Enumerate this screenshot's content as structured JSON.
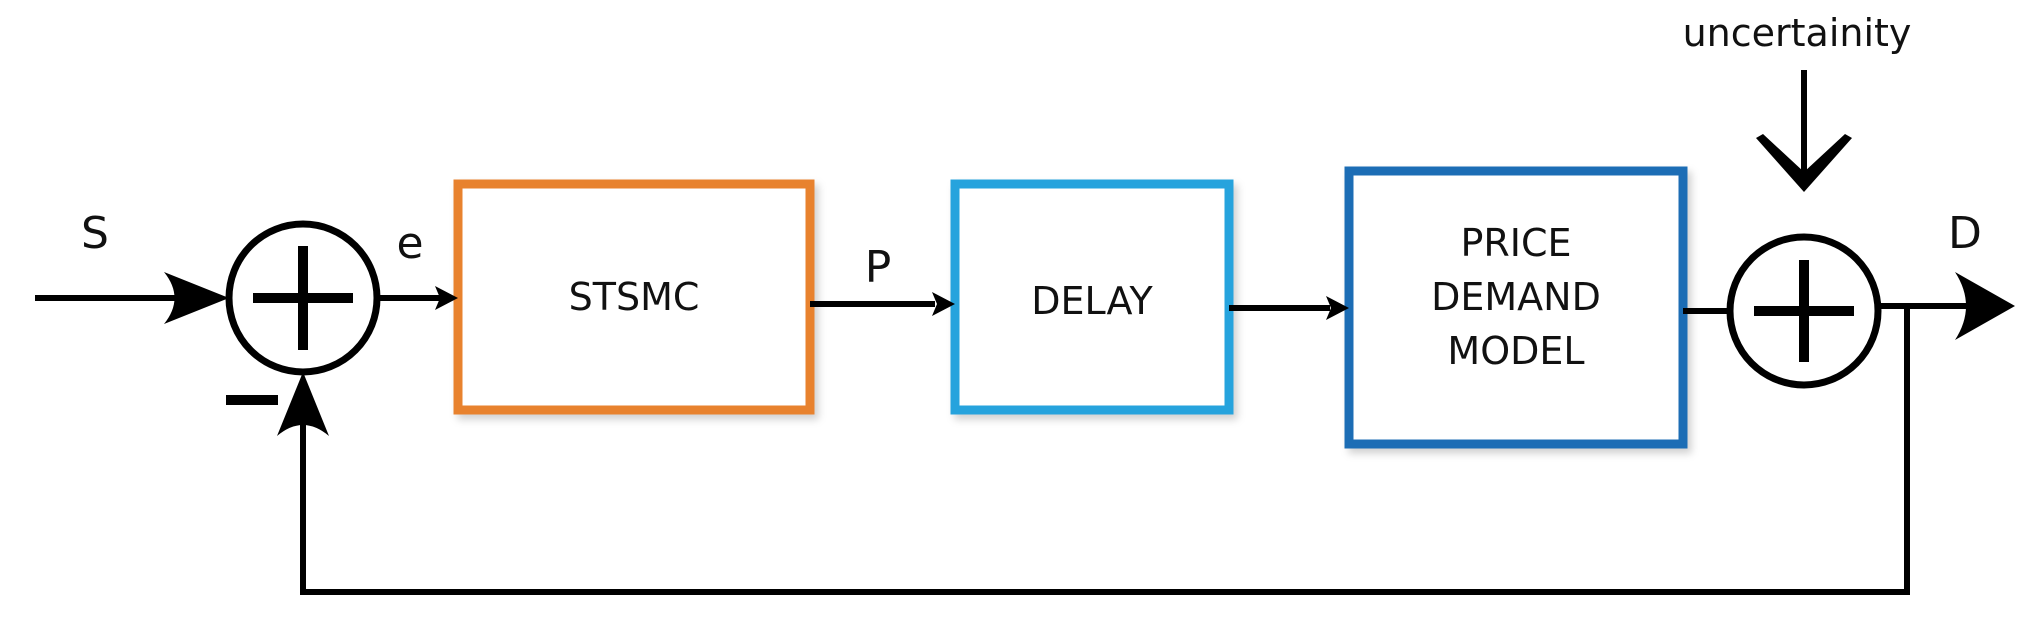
{
  "blocks": {
    "controller": {
      "label": "STSMC",
      "color": "#E8822E"
    },
    "delay": {
      "label": "DELAY",
      "color": "#27A3DD"
    },
    "model": {
      "lines": [
        "PRICE",
        "DEMAND",
        "MODEL"
      ],
      "color": "#1F6DB5"
    }
  },
  "signals": {
    "input": "S",
    "error": "e",
    "price": "P",
    "output": "D",
    "disturbance": "uncertainity"
  },
  "summing_junctions": {
    "first": {
      "signs": [
        "+",
        "-"
      ]
    },
    "second": {
      "signs": [
        "+"
      ]
    }
  },
  "colors": {
    "line": "#000000"
  }
}
